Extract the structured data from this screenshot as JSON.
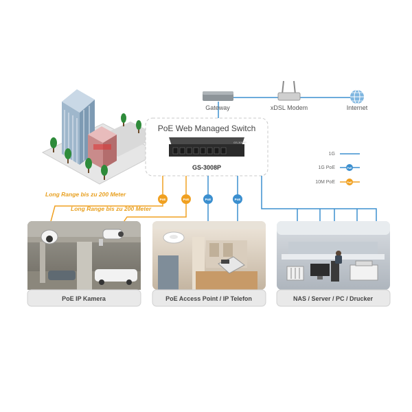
{
  "network": {
    "gateway_label": "Gateway",
    "modem_label": "xDSL Modem",
    "internet_label": "Internet"
  },
  "switch": {
    "title": "PoE Web Managed Switch",
    "model": "GS-3008P",
    "brand_mark": "EDIMAX",
    "panel_label": "GS-3008P"
  },
  "legend": {
    "items": [
      {
        "label": "1G",
        "color": "#3b8fcf",
        "badge": ""
      },
      {
        "label": "1G PoE",
        "color": "#3b8fcf",
        "badge": "PoE"
      },
      {
        "label": "10M PoE",
        "color": "#f0a020",
        "badge": "PoE"
      }
    ]
  },
  "long_range": {
    "label_1": "Long Range bis zu 200 Meter",
    "label_2": "Long Range bis zu 200 Meter"
  },
  "badges": {
    "poe": "PoE"
  },
  "panels": [
    {
      "caption": "PoE IP Kamera"
    },
    {
      "caption": "PoE Access Point / IP Telefon"
    },
    {
      "caption": "NAS / Server / PC / Drucker"
    }
  ],
  "colors": {
    "blue": "#3b8fcf",
    "orange": "#f0a020",
    "caption_bg": "#e9e9e9",
    "switch_body": "#2b2b2b"
  }
}
